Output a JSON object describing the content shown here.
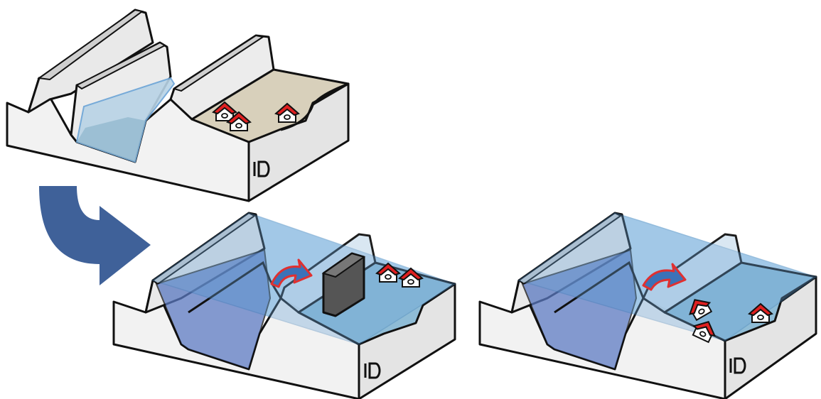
{
  "panels": [
    {
      "id": "before",
      "description_label": ""
    },
    {
      "id": "after-with-wall",
      "description_label": ""
    },
    {
      "id": "after-without-wall",
      "description_label": ""
    }
  ],
  "colors": {
    "outline": "#111111",
    "block_face": "#f2f2f2",
    "block_side": "#e2e2e2",
    "ridge_face": "#d9d9d9",
    "plain": "#d8d0bb",
    "water": "#6aa3d6",
    "water_light": "#b6d7ee",
    "water_deep": "#5a78c0",
    "arrow": "#3f6199",
    "roof": "#e02020",
    "house_wall": "#ffffff",
    "seawall": "#555555",
    "overflow_arrow_fill": "#3b72b8",
    "overflow_arrow_edge": "#e03030"
  }
}
